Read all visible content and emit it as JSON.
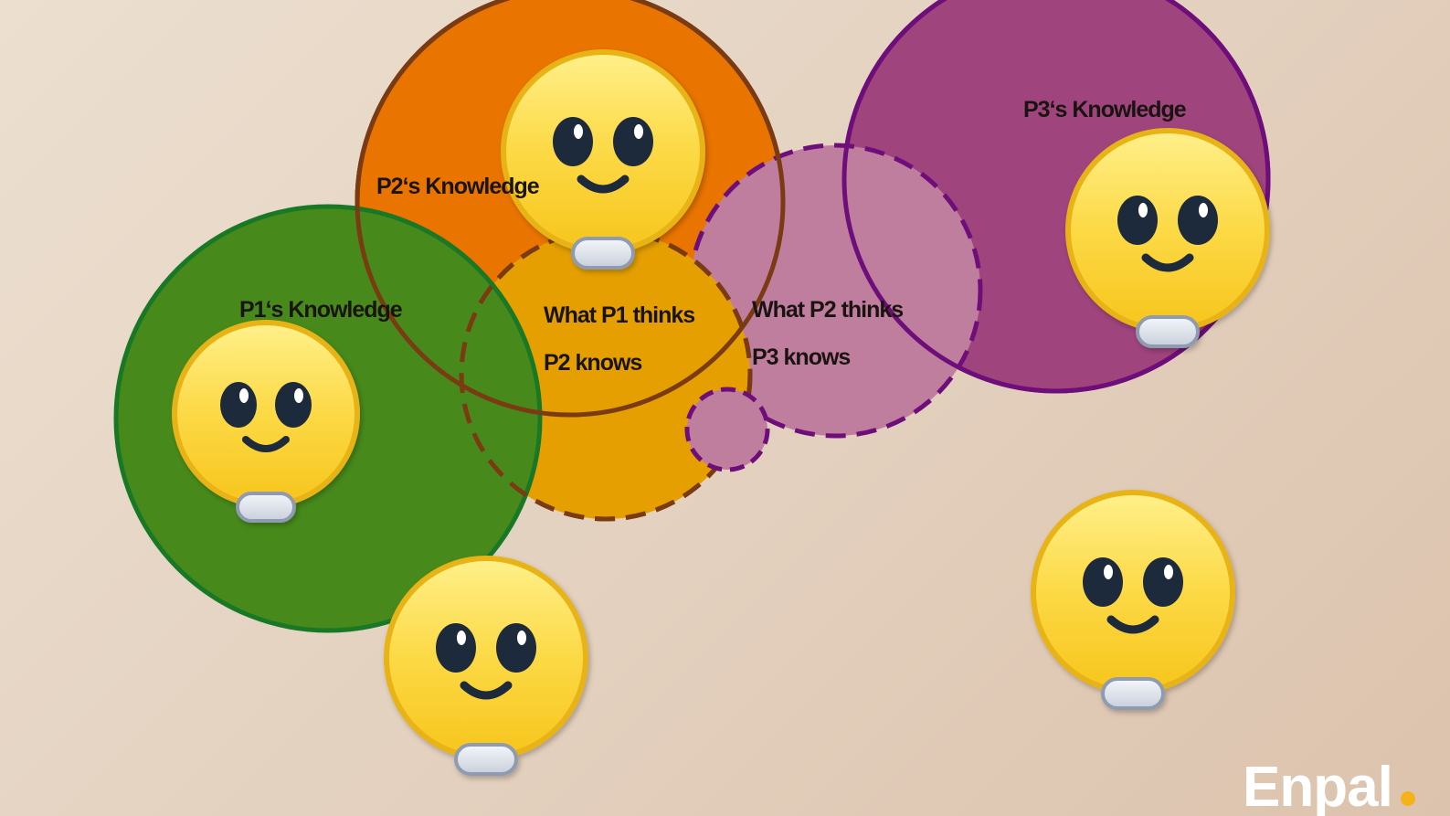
{
  "colors": {
    "p1_fill": "#478a1b",
    "p1_stroke": "#187826",
    "p2_fill": "#ea7400",
    "p2_stroke": "#7a3a12",
    "p1_thinks_fill": "#e5a000",
    "p3_fill": "#a0447e",
    "p3_stroke": "#6e0e7a",
    "p2_thinks_fill": "#c07e9e",
    "face_yellow": "#fbd33b",
    "face_rim": "#e8b313",
    "eye": "#1f2a3a",
    "logo_dot": "#f6b21b"
  },
  "labels": {
    "p1_knowledge": "P1‘s Knowledge",
    "p2_knowledge": "P2‘s Knowledge",
    "p3_knowledge": "P3‘s Knowledge",
    "p1_thinks_line1": "What P1 thinks",
    "p1_thinks_line2": "P2 knows",
    "p2_thinks_line1": "What P2 thinks",
    "p2_thinks_line2": "P3 knows"
  },
  "icons": {
    "person": "smiley-face-icon"
  },
  "brand": {
    "logo_text": "Enpal"
  }
}
